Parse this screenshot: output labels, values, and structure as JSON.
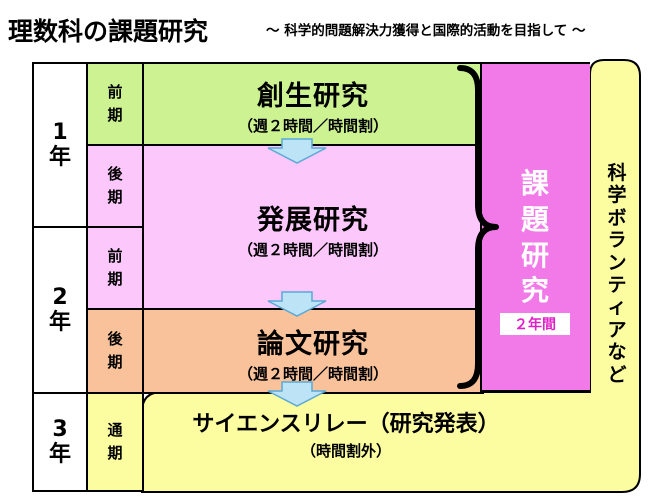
{
  "header": {
    "title": "理数科の課題研究",
    "subtitle": "～ 科学的問題解決力獲得と国際的活動を目指して ～"
  },
  "years": [
    {
      "label": "1\n年"
    },
    {
      "label": "2\n年"
    },
    {
      "label": "3\n年"
    }
  ],
  "periods": [
    {
      "label": "前\n期"
    },
    {
      "label": "後\n期"
    },
    {
      "label": "前\n期"
    },
    {
      "label": "後\n期"
    },
    {
      "label": "通\n期"
    }
  ],
  "stages": [
    {
      "title": "創生研究",
      "sub": "（週２時間／時間割）"
    },
    {
      "title": "発展研究",
      "sub": "（週２時間／時間割）"
    },
    {
      "title": "論文研究",
      "sub": "（週２時間／時間割）"
    }
  ],
  "theme": {
    "label": "課\n題\n研\n究",
    "duration": "２年間"
  },
  "science": {
    "label": "科\n学\nボ\nラ\nン\nテ\nィ\nア\nな\nど"
  },
  "relay": {
    "title": "サイエンスリレー（研究発表）",
    "sub": "（時間割外）"
  },
  "colors": {
    "green": "#ccf291",
    "pink": "#fcc8fc",
    "orange": "#f9c29a",
    "magenta": "#f27ae8",
    "yellow": "#fcfca0",
    "arrow": "#bde4f6",
    "arrow_stroke": "#5aa9d6"
  }
}
